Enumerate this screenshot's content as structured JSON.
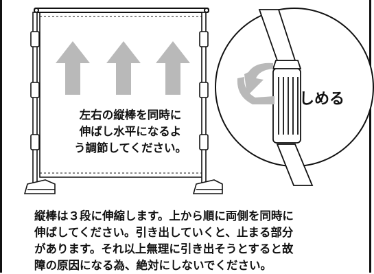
{
  "instruction_text": "左右の縦棒を同時に\n伸ばし水平になるよ\nう調節してください。",
  "callout_label": "しめる",
  "body_text": "縦棒は３段に伸縮します。上から順に両側を同時に\n伸ばしてください。引き出していくと、止まる部分\nがあります。それ以上無理に引き出そうとすると故\n障の原因になる為、絶対にしないでください。",
  "colors": {
    "arrow": "#b9b9b9",
    "line": "#111111",
    "background": "#ffffff"
  },
  "icons": [
    "up-arrow-icon",
    "rotate-arrow-icon"
  ]
}
